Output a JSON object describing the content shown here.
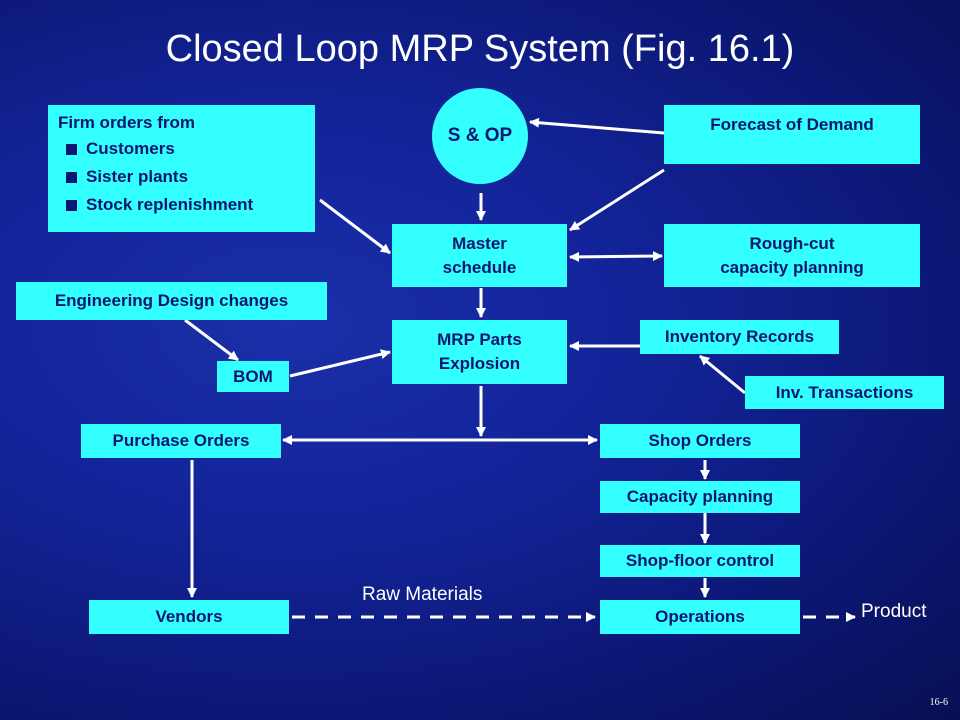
{
  "title": "Closed Loop MRP System (Fig. 16.1)",
  "nodes": {
    "firm_orders": {
      "heading": "Firm orders from",
      "items": [
        "Customers",
        "Sister plants",
        "Stock replenishment"
      ]
    },
    "sop": "S & OP",
    "forecast": "Forecast of Demand",
    "master_schedule": [
      "Master",
      "schedule"
    ],
    "rough_cut": [
      "Rough-cut",
      "capacity planning"
    ],
    "engineering": "Engineering Design changes",
    "mrp": [
      "MRP Parts",
      "Explosion"
    ],
    "inventory_records": "Inventory Records",
    "bom": "BOM",
    "inv_transactions": "Inv. Transactions",
    "purchase_orders": "Purchase Orders",
    "shop_orders": "Shop Orders",
    "capacity_planning": "Capacity planning",
    "shop_floor": "Shop-floor control",
    "vendors": "Vendors",
    "operations": "Operations"
  },
  "labels": {
    "raw_materials": "Raw Materials",
    "product": "Product"
  },
  "page_number": "16-6",
  "colors": {
    "background": "#13249a",
    "box_fill": "#33ffff",
    "box_text": "#0b1670",
    "text": "#ffffff"
  }
}
